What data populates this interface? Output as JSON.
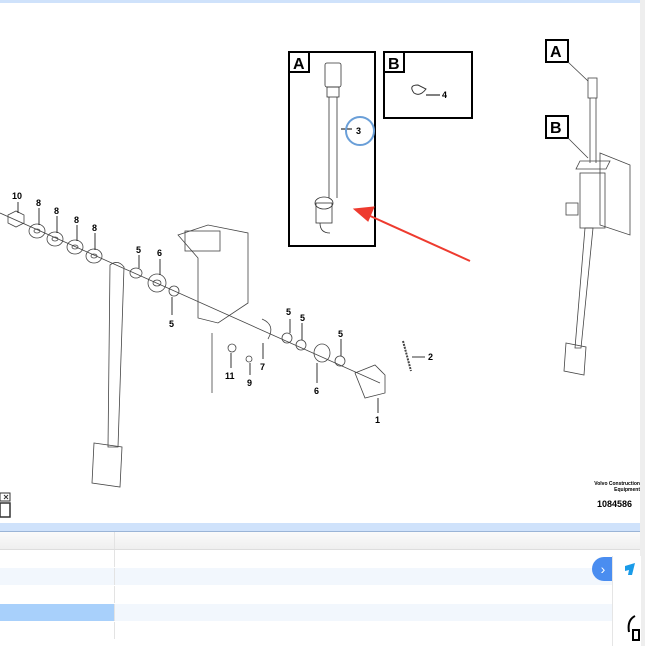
{
  "diagram": {
    "inset_a": "A",
    "inset_b": "B",
    "callout_a": "A",
    "callout_b": "B",
    "part_labels": [
      "10",
      "8",
      "8",
      "8",
      "8",
      "5",
      "6",
      "5",
      "5",
      "5",
      "7",
      "11",
      "9",
      "6",
      "5",
      "2",
      "1",
      "3",
      "4"
    ],
    "highlight_color": "#6a9fd8",
    "arrow_color": "#ee3b2f"
  },
  "footer": {
    "brand": "Volvo Construction Equipment",
    "drawing_number": "1084586"
  },
  "side_panel": {
    "expand_icon": "chevron-right-icon"
  }
}
